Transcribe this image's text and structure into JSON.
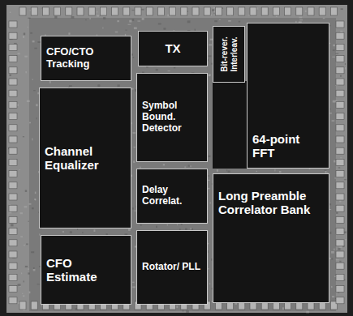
{
  "diagram": {
    "nodes": [
      {
        "text": [
          "CFO/CTO Tracking"
        ]
      },
      {
        "text": [
          "TX"
        ]
      },
      {
        "text": [
          "Bit-rever. Interleav."
        ]
      },
      {
        "text": [
          "64-point FFT"
        ]
      },
      {
        "text": [
          "Channel Equalizer"
        ]
      },
      {
        "text": [
          "Symbol Bound. Detector"
        ]
      },
      {
        "text": [
          "Delay Correlat."
        ]
      },
      {
        "text": [
          "Long Preamble Correlator Bank"
        ]
      },
      {
        "text": [
          "CFO Estimate"
        ]
      },
      {
        "text": [
          "Rotator/ PLL"
        ]
      }
    ]
  }
}
